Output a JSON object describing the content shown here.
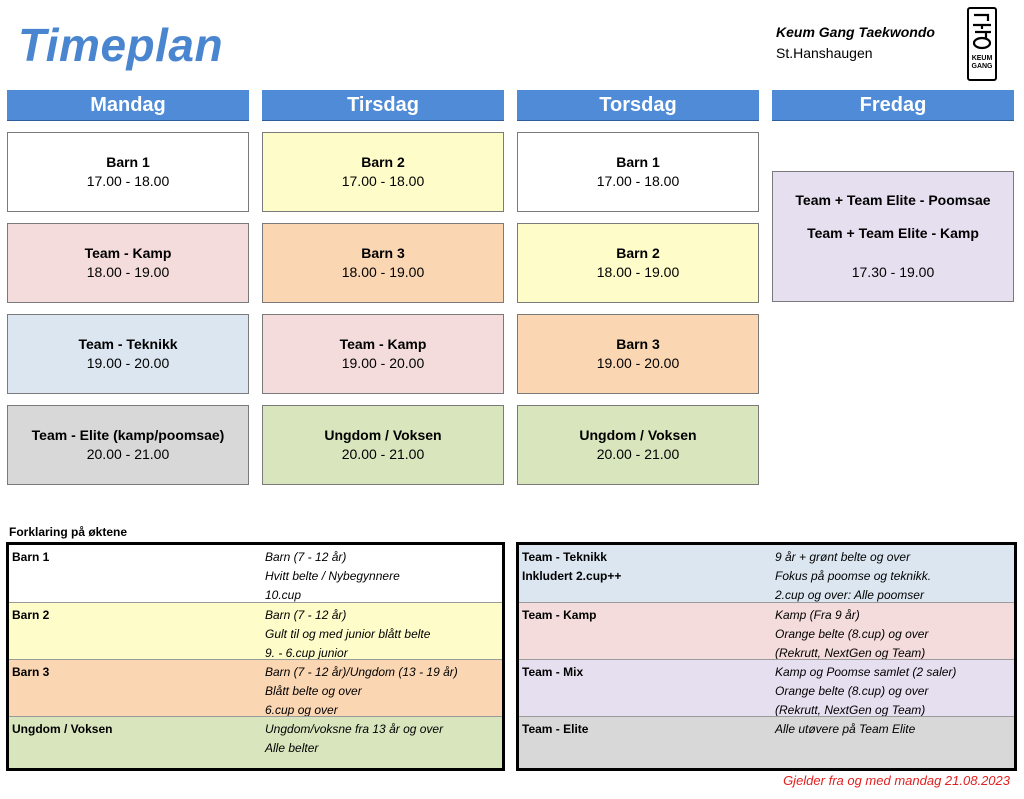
{
  "header": {
    "title": "Timeplan",
    "club_name": "Keum Gang Taekwondo",
    "club_location": "St.Hanshaugen",
    "logo_text_1": "KEUM",
    "logo_text_2": "GANG"
  },
  "days": [
    {
      "name": "Mandag",
      "sessions": [
        {
          "name": "Barn 1",
          "time": "17.00 - 18.00",
          "color": "#ffffff"
        },
        {
          "name": "Team - Kamp",
          "time": "18.00 - 19.00",
          "color": "#f3dcdb"
        },
        {
          "name": "Team - Teknikk",
          "time": "19.00 - 20.00",
          "color": "#dbe6f1"
        },
        {
          "name": "Team - Elite (kamp/poomsae)",
          "time": "20.00 - 21.00",
          "color": "#d8d8d8"
        }
      ]
    },
    {
      "name": "Tirsdag",
      "sessions": [
        {
          "name": "Barn 2",
          "time": "17.00 - 18.00",
          "color": "#fefcc9"
        },
        {
          "name": "Barn 3",
          "time": "18.00 - 19.00",
          "color": "#fbd6b3"
        },
        {
          "name": "Team - Kamp",
          "time": "19.00 - 20.00",
          "color": "#f3dcdb"
        },
        {
          "name": "Ungdom / Voksen",
          "time": "20.00 - 21.00",
          "color": "#d8e5bd"
        }
      ]
    },
    {
      "name": "Torsdag",
      "sessions": [
        {
          "name": "Barn 1",
          "time": "17.00 - 18.00",
          "color": "#ffffff"
        },
        {
          "name": "Barn 2",
          "time": "18.00 - 19.00",
          "color": "#fefcc9"
        },
        {
          "name": "Barn 3",
          "time": "19.00 - 20.00",
          "color": "#fbd6b3"
        },
        {
          "name": "Ungdom / Voksen",
          "time": "20.00 - 21.00",
          "color": "#d8e5bd"
        }
      ]
    },
    {
      "name": "Fredag",
      "sessions": [
        {
          "name": "Team + Team Elite - Poomsae",
          "name2": "Team + Team Elite - Kamp",
          "time": "17.30 - 19.00",
          "color": "#e6dff0"
        }
      ]
    }
  ],
  "legend": {
    "title": "Forklaring på øktene",
    "left": [
      {
        "name": "Barn 1",
        "lines": [
          "Barn (7 - 12 år)",
          "Hvitt belte / Nybegynnere",
          "10.cup"
        ],
        "color": "#ffffff"
      },
      {
        "name": "Barn 2",
        "lines": [
          "Barn (7 - 12 år)",
          "Gult til og med junior blått belte",
          "9. - 6.cup junior"
        ],
        "color": "#fefcc9"
      },
      {
        "name": "Barn 3",
        "lines": [
          "Barn (7 - 12 år)/Ungdom (13 - 19 år)",
          "Blått belte og over",
          "6.cup og over"
        ],
        "color": "#fbd6b3"
      },
      {
        "name": "Ungdom / Voksen",
        "lines": [
          "Ungdom/voksne fra 13 år og over",
          "Alle belter"
        ],
        "color": "#d8e5bd"
      }
    ],
    "right": [
      {
        "name": "Team - Teknikk",
        "name2": "Inkludert 2.cup++",
        "lines": [
          "9 år + grønt belte og over",
          "Fokus på poomse og teknikk.",
          "2.cup og over: Alle poomser"
        ],
        "color": "#dbe6f1"
      },
      {
        "name": "Team - Kamp",
        "lines": [
          "Kamp (Fra 9 år)",
          "Orange belte (8.cup) og over",
          "(Rekrutt, NextGen og Team)"
        ],
        "color": "#f3dcdb"
      },
      {
        "name": "Team - Mix",
        "lines": [
          "Kamp og Poomse samlet (2 saler)",
          "Orange belte (8.cup) og over",
          "(Rekrutt, NextGen og Team)"
        ],
        "color": "#e6dff0"
      },
      {
        "name": "Team - Elite",
        "lines": [
          "Alle utøvere på Team Elite"
        ],
        "color": "#d8d8d8"
      }
    ]
  },
  "footer": {
    "note": "Gjelder fra og med mandag 21.08.2023"
  },
  "colors": {
    "header_blue": "#4f8bd6",
    "title_blue": "#4a86cf",
    "footer_red": "#e02020"
  }
}
